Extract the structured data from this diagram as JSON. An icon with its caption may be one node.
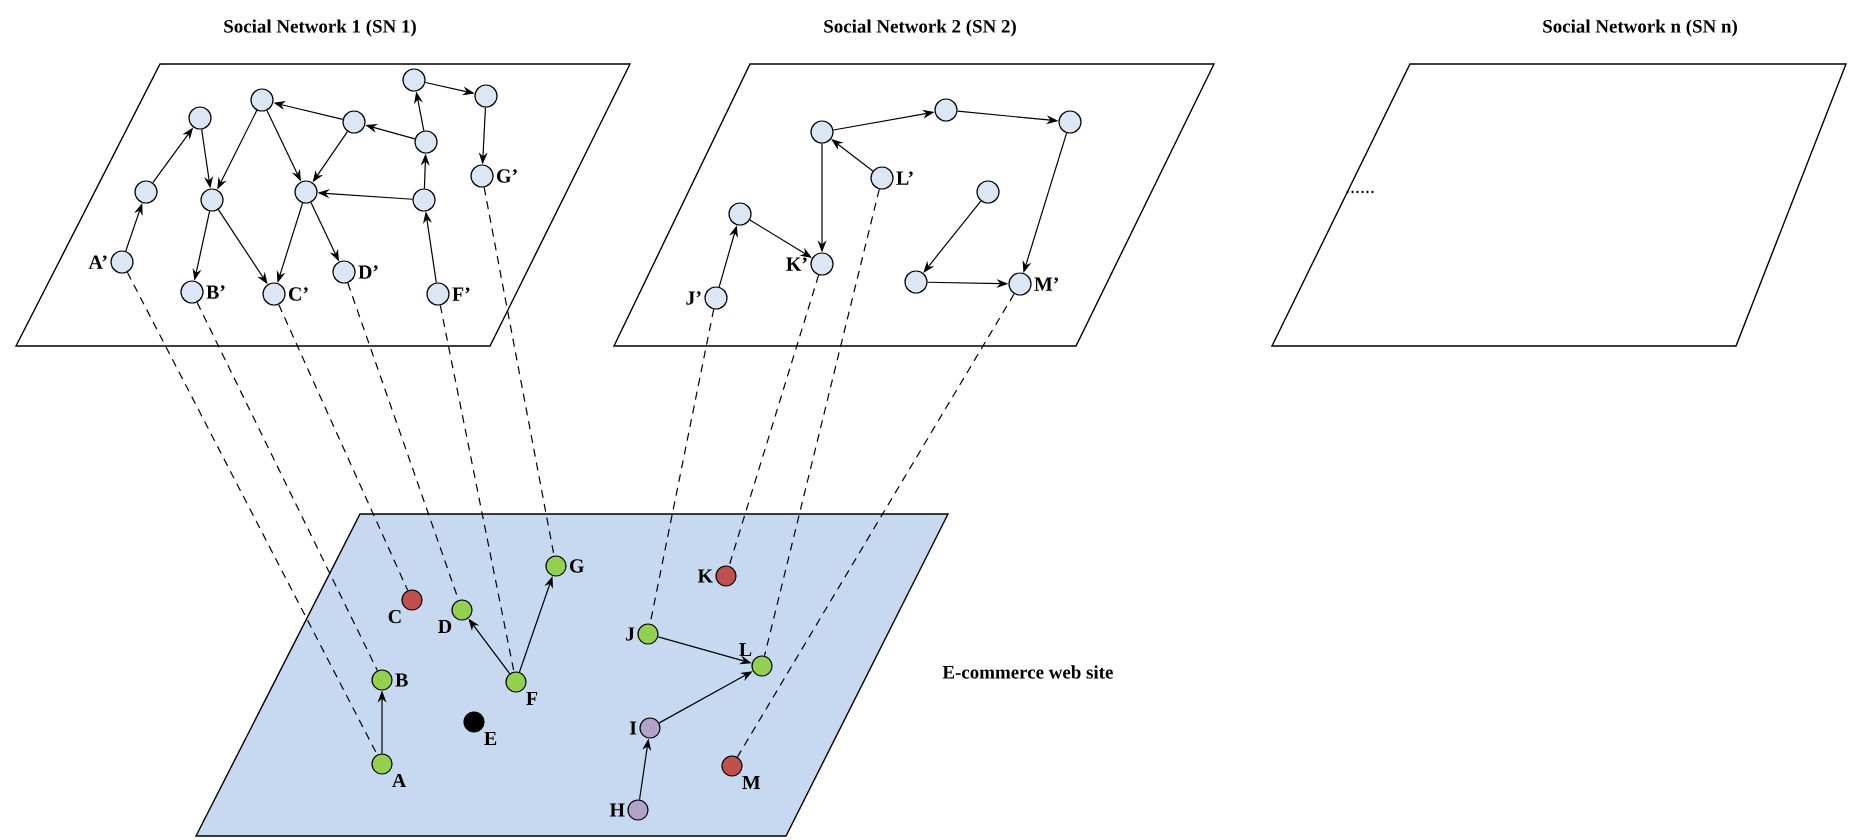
{
  "diagram": {
    "nodes": [
      {
        "text": [
          "Social Network 1 (SN 1)"
        ]
      },
      {
        "text": [],
        "shape": "circle",
        "in": 0,
        "beside": [
          "A’"
        ]
      },
      {
        "text": [],
        "shape": "circle",
        "in": 0
      },
      {
        "text": [],
        "shape": "circle",
        "in": 0
      },
      {
        "text": [],
        "shape": "circle",
        "in": 0,
        "beside": [
          "B’"
        ]
      },
      {
        "text": [],
        "shape": "circle",
        "in": 0
      },
      {
        "text": [],
        "shape": "circle",
        "in": 0,
        "beside": [
          "C’"
        ]
      },
      {
        "text": [],
        "shape": "circle",
        "in": 0
      },
      {
        "text": [],
        "shape": "circle",
        "in": 0
      },
      {
        "text": [],
        "shape": "circle",
        "in": 0,
        "beside": [
          "D’"
        ]
      },
      {
        "text": [],
        "shape": "circle",
        "in": 0
      },
      {
        "text": [],
        "shape": "circle",
        "in": 0
      },
      {
        "text": [],
        "shape": "circle",
        "in": 0
      },
      {
        "text": [],
        "shape": "circle",
        "in": 0,
        "beside": [
          "F’"
        ]
      },
      {
        "text": [],
        "shape": "circle",
        "in": 0
      },
      {
        "text": [],
        "shape": "circle",
        "in": 0
      },
      {
        "text": [],
        "shape": "circle",
        "in": 0,
        "beside": [
          "G’"
        ]
      },
      {
        "text": [
          "Social Network 2 (SN 2)"
        ]
      },
      {
        "text": [],
        "shape": "circle",
        "in": 17,
        "beside": [
          "J’"
        ]
      },
      {
        "text": [],
        "shape": "circle",
        "in": 17
      },
      {
        "text": [],
        "shape": "circle",
        "in": 17,
        "beside": [
          "K’"
        ]
      },
      {
        "text": [],
        "shape": "circle",
        "in": 17
      },
      {
        "text": [],
        "shape": "circle",
        "in": 17,
        "beside": [
          "L’"
        ]
      },
      {
        "text": [],
        "shape": "circle",
        "in": 17
      },
      {
        "text": [],
        "shape": "circle",
        "in": 17
      },
      {
        "text": [],
        "shape": "circle",
        "in": 17,
        "beside": [
          "M’"
        ]
      },
      {
        "text": [],
        "shape": "circle",
        "in": 17
      },
      {
        "text": [],
        "shape": "circle",
        "in": 17
      },
      {
        "text": [
          "Social Network n (SN n)"
        ]
      },
      {
        "text": [
          "E-commerce web site"
        ]
      },
      {
        "text": [],
        "shape": "circle",
        "in": 29,
        "beside": [
          "A"
        ]
      },
      {
        "text": [],
        "shape": "circle",
        "in": 29,
        "beside": [
          "B"
        ]
      },
      {
        "text": [],
        "shape": "circle",
        "in": 29,
        "beside": [
          "C"
        ]
      },
      {
        "text": [],
        "shape": "circle",
        "in": 29,
        "beside": [
          "D"
        ]
      },
      {
        "text": [],
        "shape": "circle",
        "in": 29,
        "beside": [
          "E"
        ]
      },
      {
        "text": [],
        "shape": "circle",
        "in": 29,
        "beside": [
          "F"
        ]
      },
      {
        "text": [],
        "shape": "circle",
        "in": 29,
        "beside": [
          "G"
        ]
      },
      {
        "text": [],
        "shape": "circle",
        "in": 29,
        "beside": [
          "H"
        ]
      },
      {
        "text": [],
        "shape": "circle",
        "in": 29,
        "beside": [
          "I"
        ]
      },
      {
        "text": [],
        "shape": "circle",
        "in": 29,
        "beside": [
          "J"
        ]
      },
      {
        "text": [],
        "shape": "circle",
        "in": 29,
        "beside": [
          "K"
        ]
      },
      {
        "text": [],
        "shape": "circle",
        "in": 29,
        "beside": [
          "L"
        ]
      },
      {
        "text": [],
        "shape": "circle",
        "in": 29,
        "beside": [
          "M"
        ]
      }
    ],
    "edges": [
      {
        "from": 1,
        "to": 2,
        "arrow": "to"
      },
      {
        "from": 2,
        "to": 3,
        "arrow": "to"
      },
      {
        "from": 3,
        "to": 5,
        "arrow": "to"
      },
      {
        "from": 5,
        "to": 4,
        "arrow": "to"
      },
      {
        "from": 5,
        "to": 6,
        "arrow": "to"
      },
      {
        "from": 7,
        "to": 5,
        "arrow": "to"
      },
      {
        "from": 7,
        "to": 8,
        "arrow": "to"
      },
      {
        "from": 10,
        "to": 7,
        "arrow": "to"
      },
      {
        "from": 10,
        "to": 8,
        "arrow": "to"
      },
      {
        "from": 11,
        "to": 10,
        "arrow": "to"
      },
      {
        "from": 12,
        "to": 8,
        "arrow": "to"
      },
      {
        "from": 12,
        "to": 11,
        "arrow": "to"
      },
      {
        "from": 13,
        "to": 12,
        "arrow": "to"
      },
      {
        "from": 11,
        "to": 14,
        "arrow": "to"
      },
      {
        "from": 14,
        "to": 15,
        "arrow": "to"
      },
      {
        "from": 15,
        "to": 16,
        "arrow": "to"
      },
      {
        "from": 8,
        "to": 6,
        "arrow": "to"
      },
      {
        "from": 8,
        "to": 9,
        "arrow": "to"
      },
      {
        "from": 18,
        "to": 19,
        "arrow": "to"
      },
      {
        "from": 19,
        "to": 20,
        "arrow": "to"
      },
      {
        "from": 21,
        "to": 20,
        "arrow": "to"
      },
      {
        "from": 22,
        "to": 21,
        "arrow": "to"
      },
      {
        "from": 21,
        "to": 23,
        "arrow": "to"
      },
      {
        "from": 23,
        "to": 24,
        "arrow": "to"
      },
      {
        "from": 24,
        "to": 25,
        "arrow": "to"
      },
      {
        "from": 27,
        "to": 26,
        "arrow": "to"
      },
      {
        "from": 26,
        "to": 25,
        "arrow": "to"
      },
      {
        "from": 30,
        "to": 31,
        "arrow": "to"
      },
      {
        "from": 35,
        "to": 33,
        "arrow": "to"
      },
      {
        "from": 35,
        "to": 36,
        "arrow": "to"
      },
      {
        "from": 39,
        "to": 41,
        "arrow": "to"
      },
      {
        "from": 38,
        "to": 41,
        "arrow": "to"
      },
      {
        "from": 37,
        "to": 38,
        "arrow": "to"
      },
      {
        "from": 1,
        "to": 30,
        "arrow": "none",
        "style": "dashed"
      },
      {
        "from": 4,
        "to": 31,
        "arrow": "none",
        "style": "dashed"
      },
      {
        "from": 6,
        "to": 32,
        "arrow": "none",
        "style": "dashed"
      },
      {
        "from": 9,
        "to": 33,
        "arrow": "none",
        "style": "dashed"
      },
      {
        "from": 13,
        "to": 35,
        "arrow": "none",
        "style": "dashed"
      },
      {
        "from": 16,
        "to": 36,
        "arrow": "none",
        "style": "dashed"
      },
      {
        "from": 18,
        "to": 39,
        "arrow": "none",
        "style": "dashed"
      },
      {
        "from": 20,
        "to": 40,
        "arrow": "none",
        "style": "dashed"
      },
      {
        "from": 22,
        "to": 41,
        "arrow": "none",
        "style": "dashed"
      },
      {
        "from": 25,
        "to": 42,
        "arrow": "none",
        "style": "dashed"
      }
    ],
    "labels": [
      "......"
    ]
  }
}
